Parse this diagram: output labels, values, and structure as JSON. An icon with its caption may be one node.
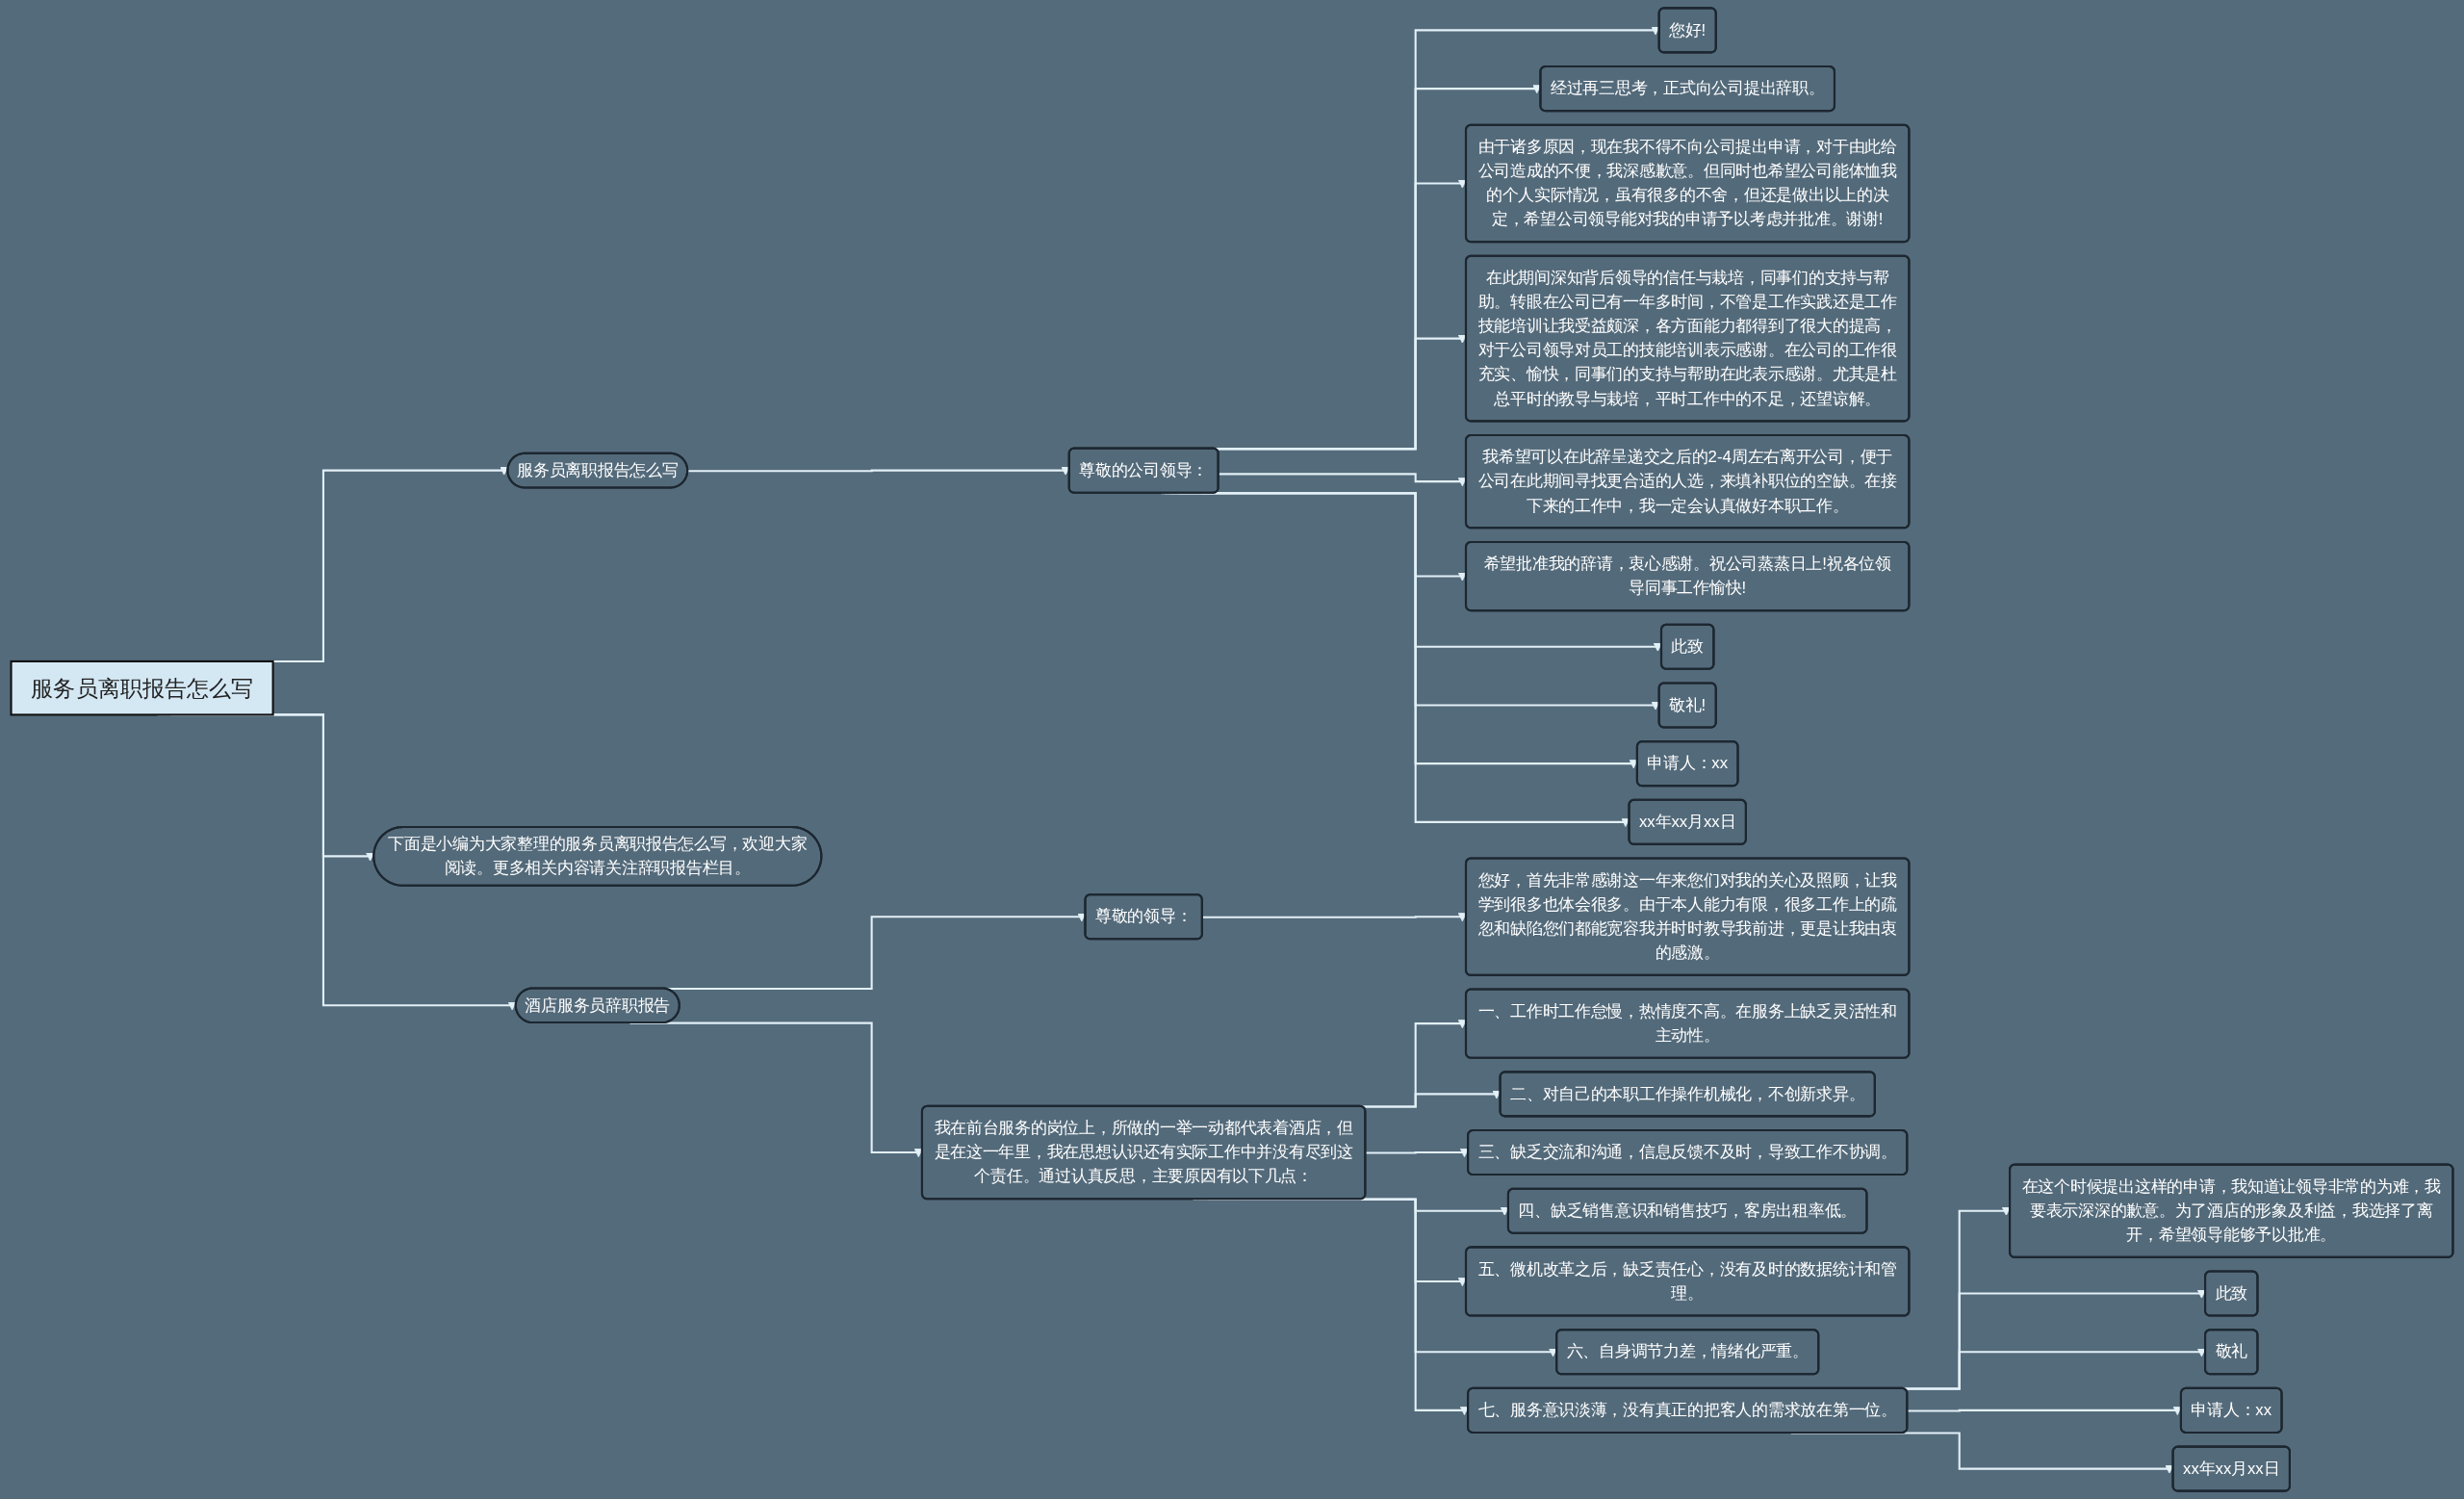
{
  "diagram": {
    "nodes": [
      {
        "text": [
          "服务员离职报告怎么写"
        ]
      },
      {
        "text": [
          "服务员离职报告怎么写"
        ]
      },
      {
        "text": [
          "尊敬的公司领导："
        ]
      },
      {
        "text": [
          "您好!"
        ]
      },
      {
        "text": [
          "经过再三思考，正式向公司提出辞职。"
        ]
      },
      {
        "text": [
          "由于诸多原因，现在我不得不向公司提出申请，对于由此给公司造成的不便，我深感歉意。但同时也希望公司能体恤我的个人实际情况，虽有很多的不舍，但还是做出以上的决定，希望公司领导能对我的申请予以考虑并批准。谢谢!"
        ]
      },
      {
        "text": [
          "在此期间深知背后领导的信任与栽培，同事们的支持与帮助。转眼在公司已有一年多时间，不管是工作实践还是工作技能培训让我受益颇深，各方面能力都得到了很大的提高，对于公司领导对员工的技能培训表示感谢。在公司的工作很充实、愉快，同事们的支持与帮助在此表示感谢。尤其是杜总平时的教导与栽培，平时工作中的不足，还望谅解。"
        ]
      },
      {
        "text": [
          "我希望可以在此辞呈递交之后的2-4周左右离开公司，便于公司在此期间寻找更合适的人选，来填补职位的空缺。在接下来的工作中，我一定会认真做好本职工作。"
        ]
      },
      {
        "text": [
          "希望批准我的辞请，衷心感谢。祝公司蒸蒸日上!祝各位领导同事工作愉快!"
        ]
      },
      {
        "text": [
          "此致"
        ]
      },
      {
        "text": [
          "敬礼!"
        ]
      },
      {
        "text": [
          "申请人：xx"
        ]
      },
      {
        "text": [
          "xx年xx月xx日"
        ]
      },
      {
        "text": [
          "下面是小编为大家整理的服务员离职报告怎么写，欢迎大家阅读。更多相关内容请关注辞职报告栏目。"
        ]
      },
      {
        "text": [
          "酒店服务员辞职报告"
        ]
      },
      {
        "text": [
          "尊敬的领导："
        ]
      },
      {
        "text": [
          "您好，首先非常感谢这一年来您们对我的关心及照顾，让我学到很多也体会很多。由于本人能力有限，很多工作上的疏忽和缺陷您们都能宽容我并时时教导我前进，更是让我由衷的感激。"
        ]
      },
      {
        "text": [
          "我在前台服务的岗位上，所做的一举一动都代表着酒店，但是在这一年里，我在思想认识还有实际工作中并没有尽到这个责任。通过认真反思，主要原因有以下几点："
        ]
      },
      {
        "text": [
          "一、工作时工作怠慢，热情度不高。在服务上缺乏灵活性和主动性。"
        ]
      },
      {
        "text": [
          "二、对自己的本职工作操作机械化，不创新求异。"
        ]
      },
      {
        "text": [
          "三、缺乏交流和沟通，信息反馈不及时，导致工作不协调。"
        ]
      },
      {
        "text": [
          "四、缺乏销售意识和销售技巧，客房出租率低。"
        ]
      },
      {
        "text": [
          "五、微机改革之后，缺乏责任心，没有及时的数据统计和管理。"
        ]
      },
      {
        "text": [
          "六、自身调节力差，情绪化严重。"
        ]
      },
      {
        "text": [
          "七、服务意识淡薄，没有真正的把客人的需求放在第一位。"
        ]
      },
      {
        "text": [
          "在这个时候提出这样的申请，我知道让领导非常的为难，我要表示深深的歉意。为了酒店的形象及利益，我选择了离开，希望领导能够予以批准。"
        ]
      },
      {
        "text": [
          "此致"
        ]
      },
      {
        "text": [
          "敬礼"
        ]
      },
      {
        "text": [
          "申请人：xx"
        ]
      },
      {
        "text": [
          "xx年xx月xx日"
        ]
      }
    ],
    "edges": [
      {
        "from": 0,
        "to": 1,
        "arrow": "to"
      },
      {
        "from": 1,
        "to": 2,
        "arrow": "to"
      },
      {
        "from": 2,
        "to": 3,
        "arrow": "to"
      },
      {
        "from": 2,
        "to": 4,
        "arrow": "to"
      },
      {
        "from": 2,
        "to": 5,
        "arrow": "to"
      },
      {
        "from": 2,
        "to": 6,
        "arrow": "to"
      },
      {
        "from": 2,
        "to": 7,
        "arrow": "to"
      },
      {
        "from": 2,
        "to": 8,
        "arrow": "to"
      },
      {
        "from": 2,
        "to": 9,
        "arrow": "to"
      },
      {
        "from": 2,
        "to": 10,
        "arrow": "to"
      },
      {
        "from": 2,
        "to": 11,
        "arrow": "to"
      },
      {
        "from": 2,
        "to": 12,
        "arrow": "to"
      },
      {
        "from": 0,
        "to": 13,
        "arrow": "to"
      },
      {
        "from": 0,
        "to": 14,
        "arrow": "to"
      },
      {
        "from": 14,
        "to": 15,
        "arrow": "to"
      },
      {
        "from": 14,
        "to": 17,
        "arrow": "to"
      },
      {
        "from": 15,
        "to": 16,
        "arrow": "to"
      },
      {
        "from": 17,
        "to": 18,
        "arrow": "to"
      },
      {
        "from": 17,
        "to": 19,
        "arrow": "to"
      },
      {
        "from": 17,
        "to": 20,
        "arrow": "to"
      },
      {
        "from": 17,
        "to": 21,
        "arrow": "to"
      },
      {
        "from": 17,
        "to": 22,
        "arrow": "to"
      },
      {
        "from": 17,
        "to": 23,
        "arrow": "to"
      },
      {
        "from": 17,
        "to": 24,
        "arrow": "to"
      },
      {
        "from": 24,
        "to": 25,
        "arrow": "to"
      },
      {
        "from": 24,
        "to": 26,
        "arrow": "to"
      },
      {
        "from": 24,
        "to": 27,
        "arrow": "to"
      },
      {
        "from": 24,
        "to": 28,
        "arrow": "to"
      },
      {
        "from": 24,
        "to": 29,
        "arrow": "to"
      }
    ]
  }
}
